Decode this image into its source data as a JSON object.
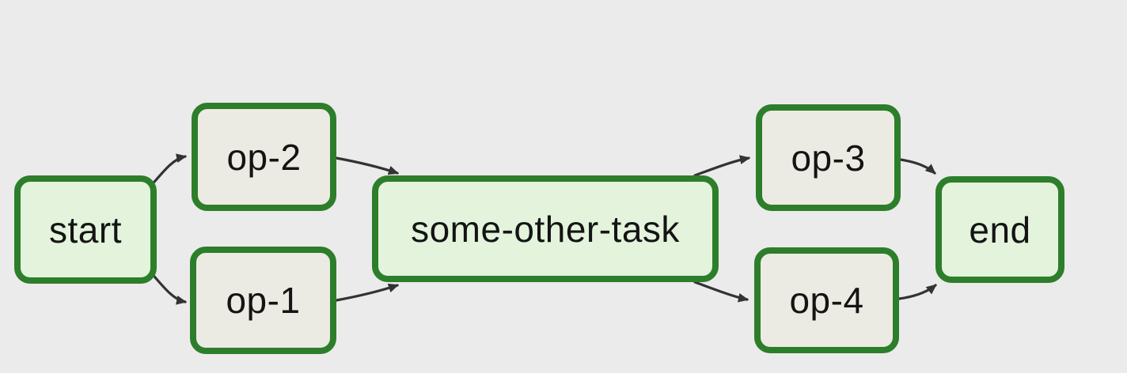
{
  "diagram": {
    "type": "flowchart",
    "direction": "left-to-right",
    "nodes": [
      {
        "id": "start",
        "label": "start",
        "fill": "light-green"
      },
      {
        "id": "op-2",
        "label": "op-2",
        "fill": "beige"
      },
      {
        "id": "op-1",
        "label": "op-1",
        "fill": "beige"
      },
      {
        "id": "some-other-task",
        "label": "some-other-task",
        "fill": "light-green"
      },
      {
        "id": "op-3",
        "label": "op-3",
        "fill": "beige"
      },
      {
        "id": "op-4",
        "label": "op-4",
        "fill": "beige"
      },
      {
        "id": "end",
        "label": "end",
        "fill": "light-green"
      }
    ],
    "edges": [
      {
        "from": "start",
        "to": "op-2"
      },
      {
        "from": "start",
        "to": "op-1"
      },
      {
        "from": "op-2",
        "to": "some-other-task"
      },
      {
        "from": "op-1",
        "to": "some-other-task"
      },
      {
        "from": "some-other-task",
        "to": "op-3"
      },
      {
        "from": "some-other-task",
        "to": "op-4"
      },
      {
        "from": "op-3",
        "to": "end"
      },
      {
        "from": "op-4",
        "to": "end"
      }
    ],
    "colors": {
      "background": "#ebebeb",
      "node_border": "#2d7e2b",
      "node_fill_light_green": "#e3f3dc",
      "node_fill_beige": "#ecebe3",
      "edge": "#333333",
      "text": "#141414"
    }
  }
}
